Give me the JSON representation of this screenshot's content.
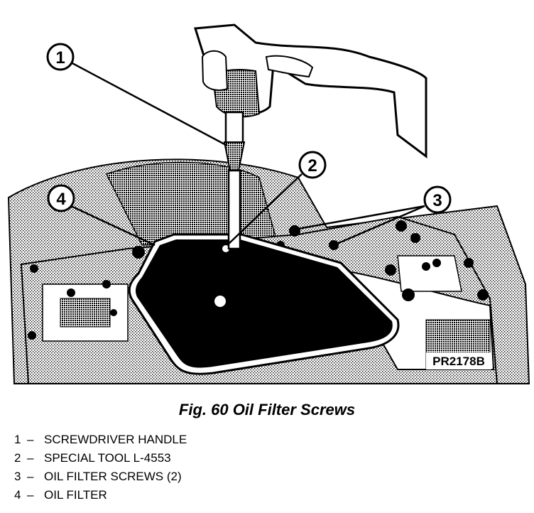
{
  "figure": {
    "code": "PR2178B",
    "caption": "Fig. 60 Oil Filter Screws",
    "callouts": [
      "1",
      "2",
      "3",
      "4"
    ],
    "legend": [
      {
        "num": "1",
        "dash": "–",
        "label": "SCREWDRIVER HANDLE"
      },
      {
        "num": "2",
        "dash": "–",
        "label": "SPECIAL TOOL L-4553"
      },
      {
        "num": "3",
        "dash": "–",
        "label": "OIL FILTER SCREWS (2)"
      },
      {
        "num": "4",
        "dash": "–",
        "label": "OIL FILTER"
      }
    ]
  }
}
